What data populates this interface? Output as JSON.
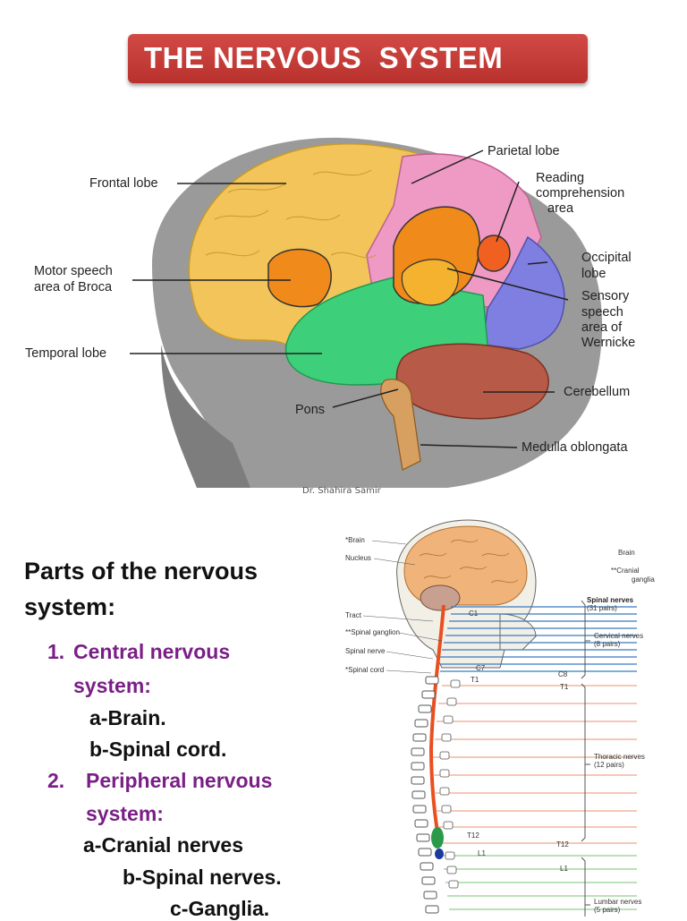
{
  "title": "THE NERVOUS  SYSTEM",
  "credit": "Dr. Shahira Samir",
  "brain_labels": {
    "frontal_lobe": "Frontal lobe",
    "parietal_lobe": "Parietal lobe",
    "reading_1": "Reading",
    "reading_2": "comprehension",
    "reading_3": "area",
    "motor_1": "Motor speech",
    "motor_2": "area of Broca",
    "occipital_1": "Occipital",
    "occipital_2": "lobe",
    "sensory_1": "Sensory",
    "sensory_2": "speech",
    "sensory_3": "area of",
    "sensory_4": "Wernicke",
    "temporal_lobe": "Temporal lobe",
    "cerebellum": "Cerebellum",
    "pons": "Pons",
    "medulla": "Medulla oblongata"
  },
  "parts": {
    "heading": "Parts of the nervous system:",
    "item1_num": "1.",
    "item1_label_line1": "Central nervous",
    "item1_label_line2": "system:",
    "item1_a": "a-Brain.",
    "item1_b": "b-Spinal cord.",
    "item2_num": "2.",
    "item2_label_line1": "Peripheral nervous",
    "item2_label_line2": "system:",
    "item2_a": "a-Cranial nerves",
    "item2_b": "b-Spinal nerves.",
    "item2_c": "c-Ganglia."
  },
  "spine_labels": {
    "brain": "*Brain",
    "nucleus": "Nucleus",
    "tract": "Tract",
    "spinal_ganglion": "**Spinal ganglion",
    "spinal_nerve": "Spinal nerve",
    "spinal_cord": "*Spinal cord",
    "c1": "C1",
    "c7": "C7",
    "t1": "T1",
    "c8": "C8",
    "t1r": "T1",
    "t12": "T12",
    "t12r": "T12",
    "l1": "L1",
    "l1r": "L1",
    "brain_r": "Brain",
    "cranial_1": "**Cranial",
    "cranial_2": "ganglia",
    "spinal_nerves_1": "Spinal nerves",
    "spinal_nerves_2": "(31 pairs)",
    "cervical_1": "Cervical nerves",
    "cervical_2": "(8 pairs)",
    "thoracic_1": "Thoracic nerves",
    "thoracic_2": "(12 pairs)",
    "lumbar_1": "Lumbar nerves",
    "lumbar_2": "(5 pairs)"
  },
  "colors": {
    "title_bg": "#c0392b",
    "frontal": "#f2c45a",
    "parietal": "#ee9ac4",
    "temporal": "#3ecf7a",
    "occipital": "#7e7fe0",
    "broca": "#f08a1a",
    "cerebellum": "#b85a48",
    "heading_purple": "#7a1f86"
  }
}
